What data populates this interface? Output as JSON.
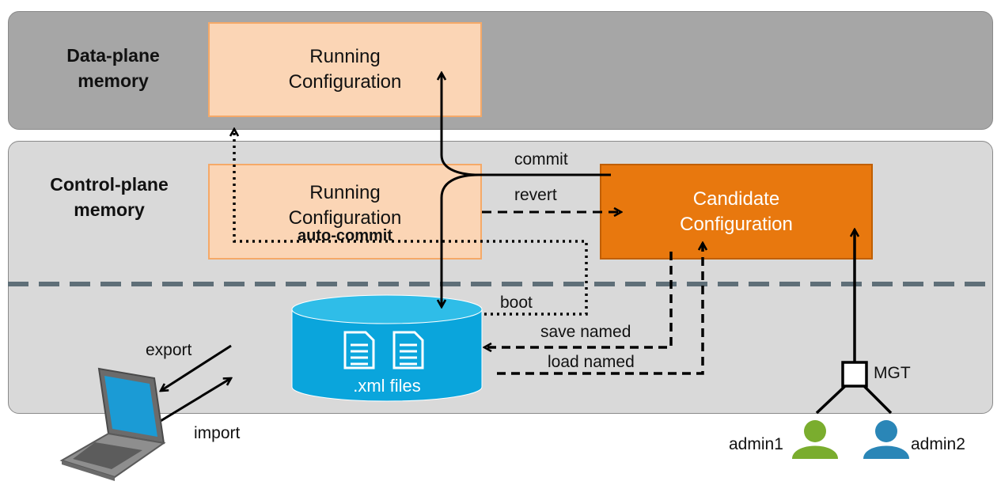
{
  "data_plane": {
    "label_line1": "Data-plane",
    "label_line2": "memory",
    "running_line1": "Running",
    "running_line2": "Configuration"
  },
  "control_plane": {
    "label_line1": "Control-plane",
    "label_line2": "memory",
    "running_line1": "Running",
    "running_line2": "Configuration",
    "auto_commit": "auto-commit",
    "candidate_line1": "Candidate",
    "candidate_line2": "Configuration"
  },
  "storage": {
    "label": ".xml files"
  },
  "operations": {
    "commit": "commit",
    "revert": "revert",
    "boot": "boot",
    "save_named": "save named",
    "load_named": "load named",
    "export": "export",
    "import": "import"
  },
  "management": {
    "port": "MGT",
    "admin1": "admin1",
    "admin2": "admin2",
    "admin1_color": "#7aad2e",
    "admin2_color": "#2a86b7"
  },
  "colors": {
    "data_plane_bg": "#a6a6a6",
    "control_plane_bg": "#d9d9d9",
    "running_fill": "#fbd5b5",
    "candidate_fill": "#e8780e",
    "database_fill": "#0aa5dc"
  }
}
